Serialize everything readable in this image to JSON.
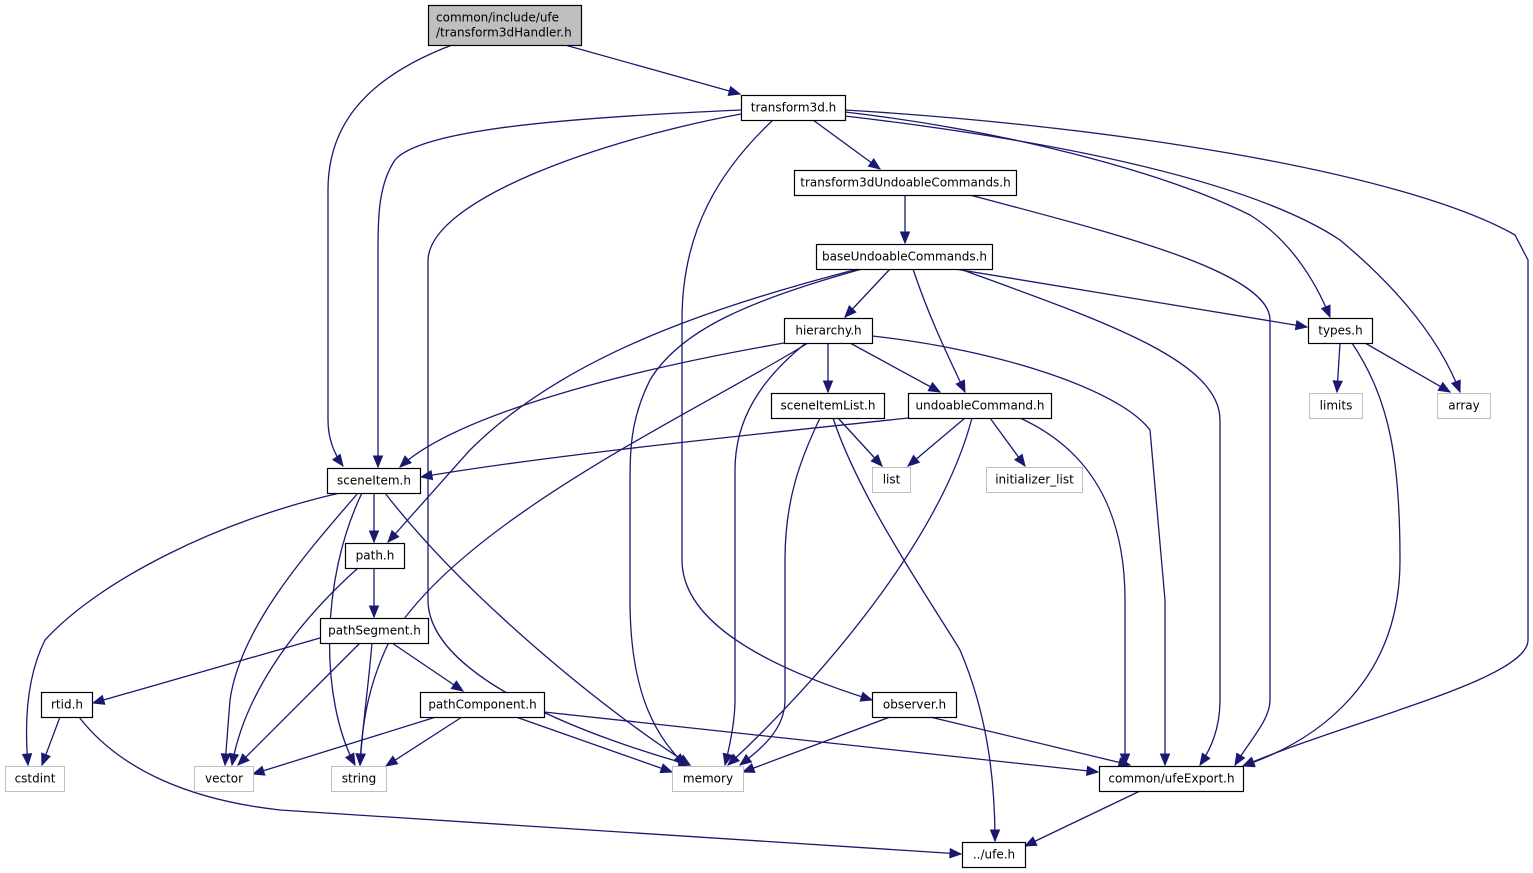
{
  "graph": {
    "type": "include-dependency-graph",
    "colors": {
      "edge": "#191970",
      "root_fill": "#bfbfbf",
      "root_border": "#000000",
      "node_fill": "#ffffff",
      "node_border": "#000000",
      "external_border": "#bfbfbf"
    },
    "nodes": [
      {
        "id": "root",
        "lines": [
          "common/include/ufe",
          "/transform3dHandler.h"
        ],
        "kind": "root"
      },
      {
        "id": "transform3d",
        "lines": [
          "transform3d.h"
        ],
        "kind": "local"
      },
      {
        "id": "t3dUndo",
        "lines": [
          "transform3dUndoableCommands.h"
        ],
        "kind": "local"
      },
      {
        "id": "baseUndo",
        "lines": [
          "baseUndoableCommands.h"
        ],
        "kind": "local"
      },
      {
        "id": "hierarchy",
        "lines": [
          "hierarchy.h"
        ],
        "kind": "local"
      },
      {
        "id": "types",
        "lines": [
          "types.h"
        ],
        "kind": "local"
      },
      {
        "id": "limits",
        "lines": [
          "limits"
        ],
        "kind": "external"
      },
      {
        "id": "array",
        "lines": [
          "array"
        ],
        "kind": "external"
      },
      {
        "id": "sceneItemList",
        "lines": [
          "sceneItemList.h"
        ],
        "kind": "local"
      },
      {
        "id": "undoableCommand",
        "lines": [
          "undoableCommand.h"
        ],
        "kind": "local"
      },
      {
        "id": "list",
        "lines": [
          "list"
        ],
        "kind": "external"
      },
      {
        "id": "initializer_list",
        "lines": [
          "initializer_list"
        ],
        "kind": "external"
      },
      {
        "id": "sceneItem",
        "lines": [
          "sceneItem.h"
        ],
        "kind": "local"
      },
      {
        "id": "path",
        "lines": [
          "path.h"
        ],
        "kind": "local"
      },
      {
        "id": "pathSegment",
        "lines": [
          "pathSegment.h"
        ],
        "kind": "local"
      },
      {
        "id": "rtid",
        "lines": [
          "rtid.h"
        ],
        "kind": "local"
      },
      {
        "id": "pathComponent",
        "lines": [
          "pathComponent.h"
        ],
        "kind": "local"
      },
      {
        "id": "observer",
        "lines": [
          "observer.h"
        ],
        "kind": "local"
      },
      {
        "id": "cstdint",
        "lines": [
          "cstdint"
        ],
        "kind": "external"
      },
      {
        "id": "vector",
        "lines": [
          "vector"
        ],
        "kind": "external"
      },
      {
        "id": "string",
        "lines": [
          "string"
        ],
        "kind": "external"
      },
      {
        "id": "memory",
        "lines": [
          "memory"
        ],
        "kind": "external"
      },
      {
        "id": "ufeExport",
        "lines": [
          "common/ufeExport.h"
        ],
        "kind": "local"
      },
      {
        "id": "ufe",
        "lines": [
          "../ufe.h"
        ],
        "kind": "local"
      }
    ],
    "edges": [
      {
        "from": "root",
        "to": "transform3d"
      },
      {
        "from": "root",
        "to": "sceneItem"
      },
      {
        "from": "transform3d",
        "to": "sceneItem"
      },
      {
        "from": "transform3d",
        "to": "memory"
      },
      {
        "from": "transform3d",
        "to": "observer"
      },
      {
        "from": "transform3d",
        "to": "t3dUndo"
      },
      {
        "from": "transform3d",
        "to": "types"
      },
      {
        "from": "transform3d",
        "to": "array"
      },
      {
        "from": "transform3d",
        "to": "ufeExport"
      },
      {
        "from": "t3dUndo",
        "to": "baseUndo"
      },
      {
        "from": "t3dUndo",
        "to": "ufeExport"
      },
      {
        "from": "baseUndo",
        "to": "hierarchy"
      },
      {
        "from": "baseUndo",
        "to": "undoableCommand"
      },
      {
        "from": "baseUndo",
        "to": "types"
      },
      {
        "from": "baseUndo",
        "to": "ufeExport"
      },
      {
        "from": "baseUndo",
        "to": "path"
      },
      {
        "from": "baseUndo",
        "to": "memory"
      },
      {
        "from": "hierarchy",
        "to": "sceneItemList"
      },
      {
        "from": "hierarchy",
        "to": "undoableCommand"
      },
      {
        "from": "hierarchy",
        "to": "sceneItem"
      },
      {
        "from": "hierarchy",
        "to": "string"
      },
      {
        "from": "hierarchy",
        "to": "memory"
      },
      {
        "from": "hierarchy",
        "to": "ufeExport"
      },
      {
        "from": "types",
        "to": "limits"
      },
      {
        "from": "types",
        "to": "array"
      },
      {
        "from": "types",
        "to": "ufeExport"
      },
      {
        "from": "sceneItemList",
        "to": "list"
      },
      {
        "from": "sceneItemList",
        "to": "memory"
      },
      {
        "from": "sceneItemList",
        "to": "ufe"
      },
      {
        "from": "undoableCommand",
        "to": "list"
      },
      {
        "from": "undoableCommand",
        "to": "initializer_list"
      },
      {
        "from": "undoableCommand",
        "to": "sceneItem"
      },
      {
        "from": "undoableCommand",
        "to": "memory"
      },
      {
        "from": "undoableCommand",
        "to": "ufeExport"
      },
      {
        "from": "sceneItem",
        "to": "path"
      },
      {
        "from": "sceneItem",
        "to": "cstdint"
      },
      {
        "from": "sceneItem",
        "to": "vector"
      },
      {
        "from": "sceneItem",
        "to": "string"
      },
      {
        "from": "sceneItem",
        "to": "memory"
      },
      {
        "from": "path",
        "to": "pathSegment"
      },
      {
        "from": "path",
        "to": "vector"
      },
      {
        "from": "pathSegment",
        "to": "rtid"
      },
      {
        "from": "pathSegment",
        "to": "pathComponent"
      },
      {
        "from": "pathSegment",
        "to": "vector"
      },
      {
        "from": "pathSegment",
        "to": "string"
      },
      {
        "from": "rtid",
        "to": "cstdint"
      },
      {
        "from": "rtid",
        "to": "ufe"
      },
      {
        "from": "pathComponent",
        "to": "vector"
      },
      {
        "from": "pathComponent",
        "to": "string"
      },
      {
        "from": "pathComponent",
        "to": "memory"
      },
      {
        "from": "pathComponent",
        "to": "ufeExport"
      },
      {
        "from": "observer",
        "to": "memory"
      },
      {
        "from": "observer",
        "to": "ufeExport"
      },
      {
        "from": "ufeExport",
        "to": "ufe"
      }
    ]
  }
}
